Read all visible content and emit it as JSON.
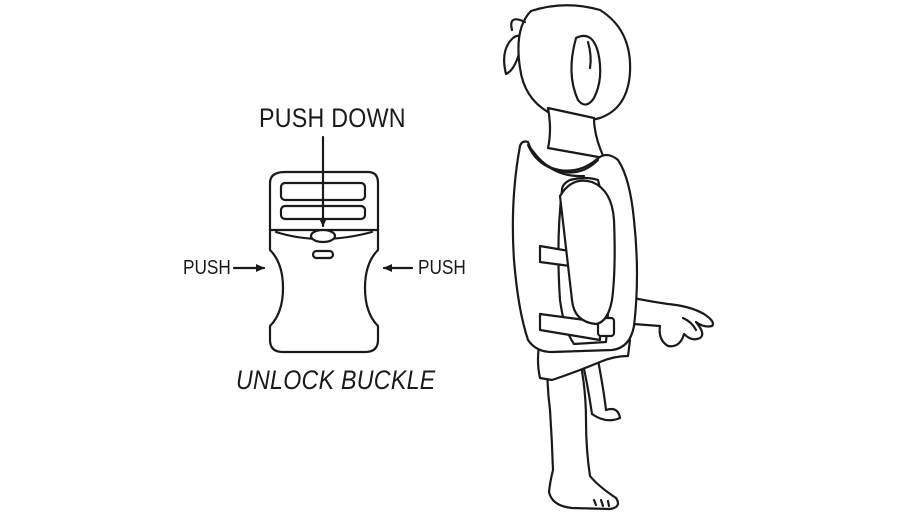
{
  "labels": {
    "push_down": "PUSH DOWN",
    "push_left": "PUSH",
    "push_right": "PUSH",
    "caption": "UNLOCK BUCKLE"
  },
  "colors": {
    "line": "#1a1a1a",
    "background": "#ffffff"
  },
  "icons": {
    "arrow": "arrow-icon",
    "buckle": "buckle-icon",
    "child": "child-figure"
  }
}
